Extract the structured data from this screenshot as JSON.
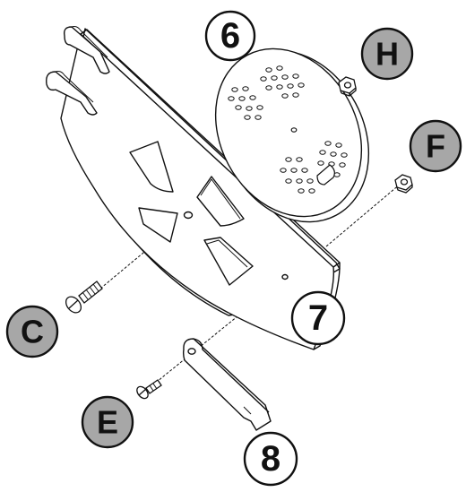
{
  "callouts": {
    "part_6": "6",
    "part_7": "7",
    "part_8": "8",
    "hw_c": "C",
    "hw_e": "E",
    "hw_f": "F",
    "hw_h": "H"
  },
  "colors": {
    "line": "#111111",
    "paper": "#ffffff",
    "letter_badge_fill": "#a7a7a7",
    "number_badge_fill": "#ffffff"
  }
}
